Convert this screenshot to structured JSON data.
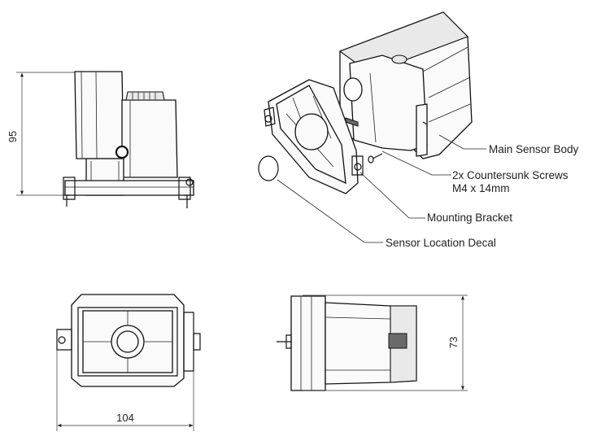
{
  "dimensions": {
    "height": "95",
    "width": "104",
    "depth": "73"
  },
  "labels": {
    "main_body": "Main Sensor Body",
    "screws_line1": "2x Countersunk Screws",
    "screws_line2": "M4 x 14mm",
    "bracket": "Mounting Bracket",
    "decal": "Sensor Location Decal"
  }
}
